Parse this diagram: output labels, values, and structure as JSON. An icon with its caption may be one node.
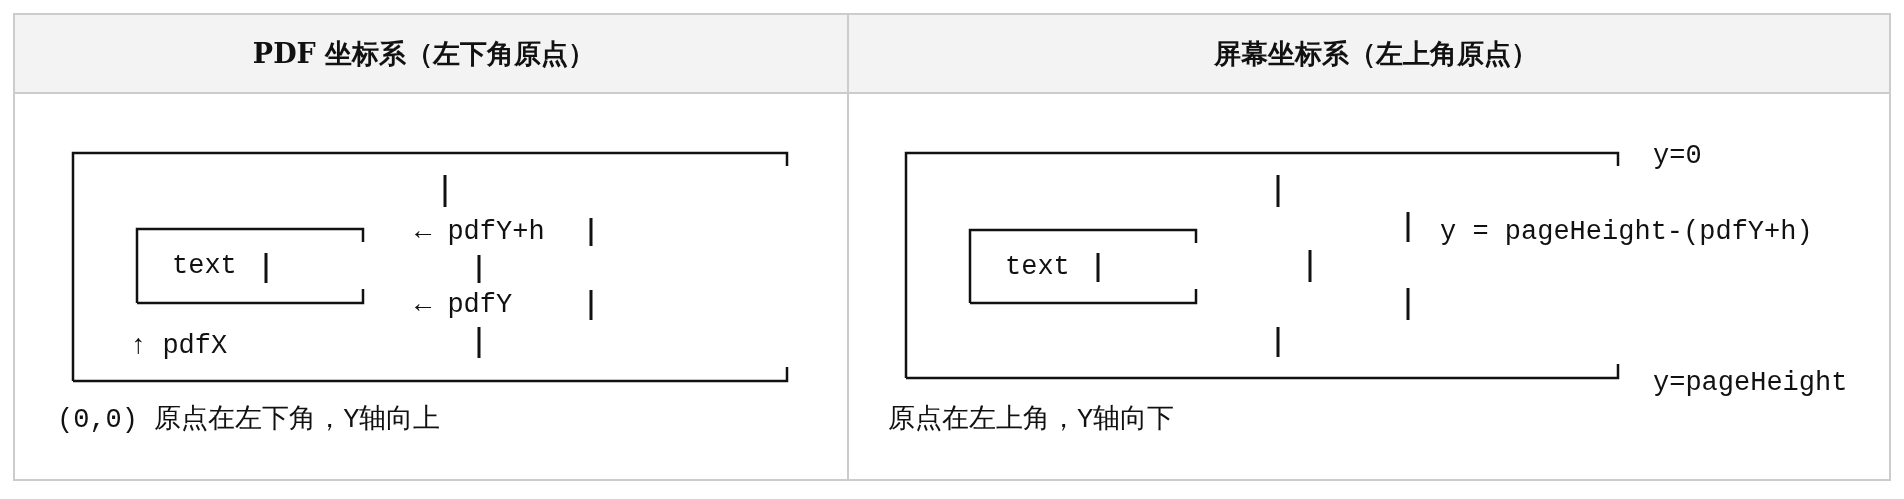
{
  "diagram": {
    "nodes": [
      {
        "text": [],
        "shape": "box"
      },
      {
        "text": [
          "text"
        ],
        "in": 0
      },
      {
        "text": [],
        "shape": "box"
      },
      {
        "text": [
          "text"
        ],
        "in": 2
      }
    ],
    "labels": [
      "PDF 坐标系（左下角原点）",
      "屏幕坐标系（左上角原点）",
      "← pdfY+h",
      "← pdfY",
      "↑ pdfX",
      "(0,0) 原点在左下角，Y轴向上",
      "y=0",
      "y = pageHeight-(pdfY+h)",
      "y=pageHeight",
      "原点在左上角，Y轴向下"
    ]
  }
}
